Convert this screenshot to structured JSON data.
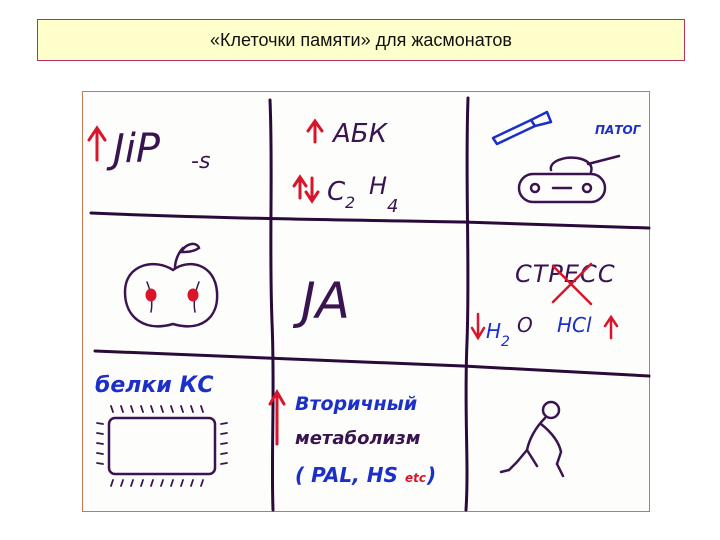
{
  "slide": {
    "title": "«Клеточки памяти» для жасмонатов"
  },
  "sketch": {
    "cells": {
      "jip": {
        "text": "JiP",
        "subscript": "-s"
      },
      "hormones": {
        "line1": "АБК",
        "line2_c": "C",
        "line2_c_sub": "2",
        "line2_h": "H",
        "line2_h_sub": "4"
      },
      "pathogens": {
        "label": "ПАТОГ"
      },
      "apple": {},
      "center": {
        "label": "JA"
      },
      "stress": {
        "label": "СТРЕСС",
        "h2o_h": "H",
        "h2o_sub": "2",
        "h2o_o": "O",
        "hcl": "HCl"
      },
      "proteins": {
        "label": "белки КС"
      },
      "secondary": {
        "line1": "Вторичный",
        "line2": "метаболизм",
        "line3": "( PAL, HS",
        "line3_etc": "etc",
        "line3_close": ")"
      },
      "figure": {}
    },
    "colors": {
      "ink": "#3a1450",
      "red": "#d8152a",
      "blue": "#1c2fc8",
      "frame": "#c87850"
    }
  }
}
